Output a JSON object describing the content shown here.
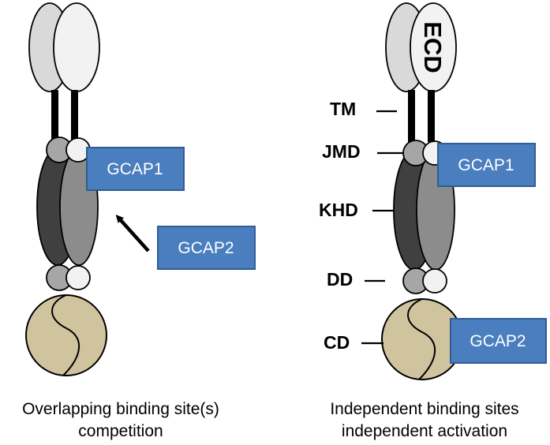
{
  "colors": {
    "box_fill": "#4a7ebf",
    "chain_light": "#d9d9d9",
    "chain_white": "#f2f2f2",
    "khd_dark": "#404040",
    "khd_mid": "#8c8c8c",
    "jmd_gray": "#a6a6a6",
    "catalytic": "#d0c49f"
  },
  "left_panel": {
    "gcap1": "GCAP1",
    "gcap2": "GCAP2",
    "caption_line1": "Overlapping binding site(s)",
    "caption_line2": "competition"
  },
  "right_panel": {
    "ecd_label": "ECD",
    "regions": {
      "tm": "TM",
      "jmd": "JMD",
      "khd": "KHD",
      "dd": "DD",
      "cd": "CD"
    },
    "gcap1": "GCAP1",
    "gcap2": "GCAP2",
    "caption_line1": "Independent binding sites",
    "caption_line2": "independent activation"
  }
}
